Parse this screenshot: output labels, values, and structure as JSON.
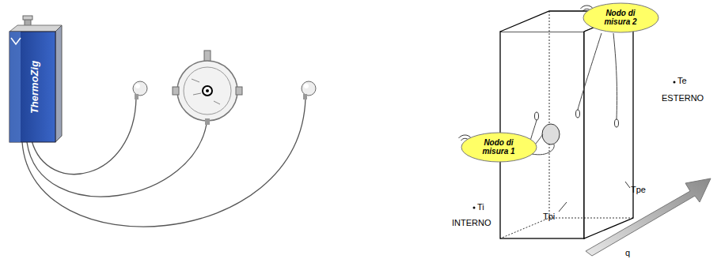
{
  "diagram": {
    "nodes": [
      {
        "text": [
          "Nodo di misura 2"
        ]
      },
      {
        "text": [
          "Nodo di misura 1"
        ]
      }
    ],
    "labels": [
      "ThermoZig",
      "Te",
      "ESTERNO",
      "Ti",
      "INTERNO",
      "Tpe",
      "Tpi",
      "q"
    ]
  }
}
